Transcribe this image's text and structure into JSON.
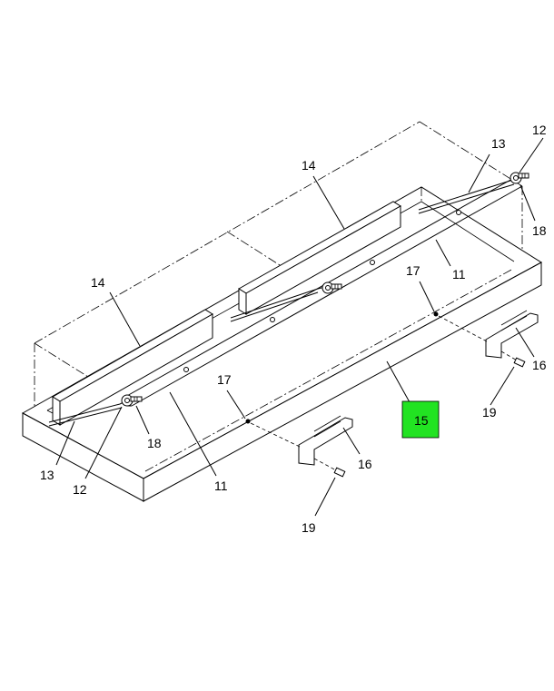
{
  "callouts": {
    "c11a": "11",
    "c11b": "11",
    "c12a": "12",
    "c12b": "12",
    "c13a": "13",
    "c13b": "13",
    "c14a": "14",
    "c14b": "14",
    "c15": "15",
    "c16a": "16",
    "c16b": "16",
    "c17a": "17",
    "c17b": "17",
    "c18a": "18",
    "c18b": "18",
    "c19a": "19",
    "c19b": "19"
  },
  "colors": {
    "highlight": "#22e322",
    "line": "#000000",
    "background": "#ffffff"
  }
}
